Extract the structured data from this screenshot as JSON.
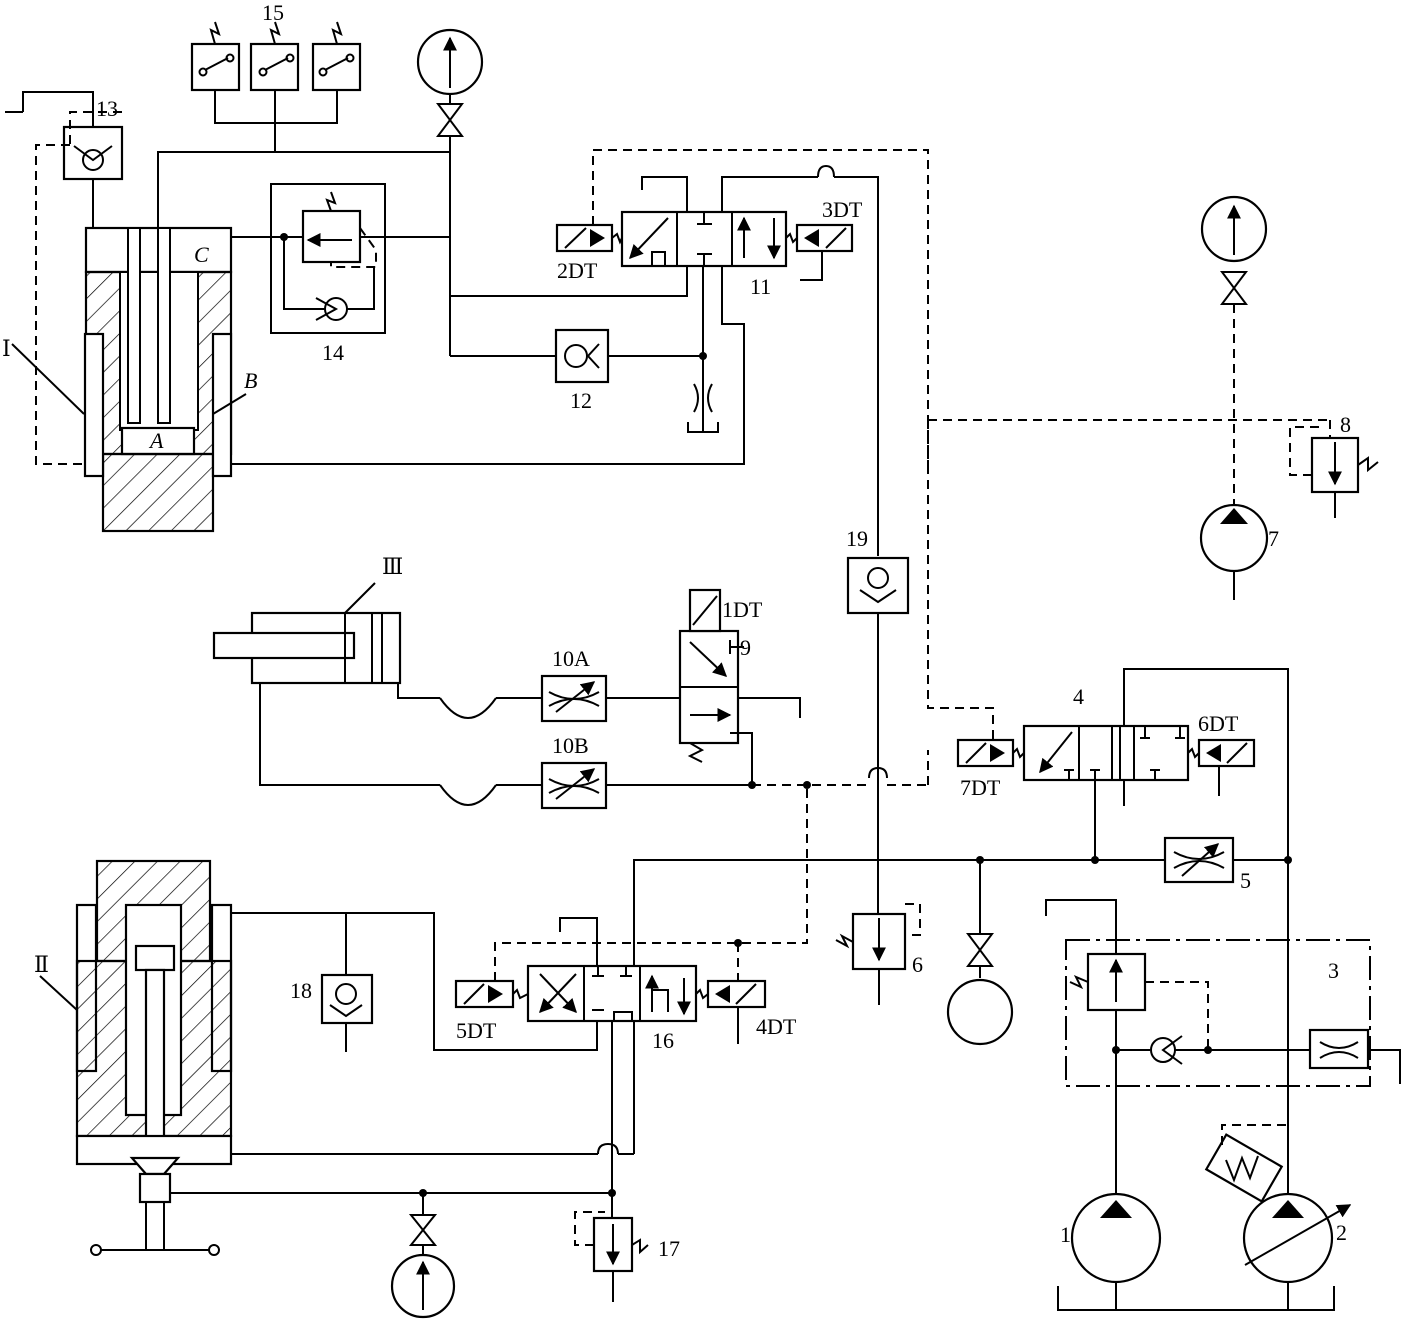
{
  "labels": {
    "c1": "1",
    "c2": "2",
    "c3": "3",
    "c4": "4",
    "c5": "5",
    "c6": "6",
    "c7": "7",
    "c8": "8",
    "c9": "9",
    "c10a": "10A",
    "c10b": "10B",
    "c11": "11",
    "c12": "12",
    "c13": "13",
    "c14": "14",
    "c15": "15",
    "c16": "16",
    "c17": "17",
    "c18": "18",
    "c19": "19",
    "dt1": "1DT",
    "dt2": "2DT",
    "dt3": "3DT",
    "dt4": "4DT",
    "dt5": "5DT",
    "dt6": "6DT",
    "dt7": "7DT",
    "cyl1": "Ⅰ",
    "cyl2": "Ⅱ",
    "cyl3": "Ⅲ",
    "chamberA": "A",
    "chamberB": "B",
    "chamberC": "C"
  }
}
